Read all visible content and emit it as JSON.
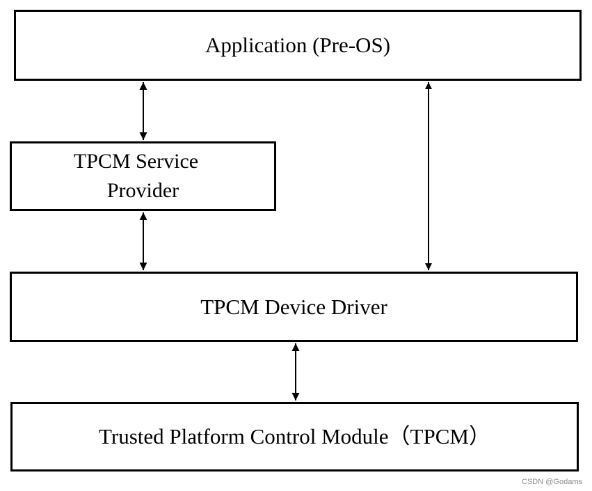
{
  "diagram": {
    "application": "Application (Pre-OS)",
    "service_provider": {
      "line1": "TPCM Service",
      "line2": "Provider"
    },
    "device_driver": "TPCM Device Driver",
    "tpcm": "Trusted Platform Control Module（TPCM）",
    "line_color": "#000000"
  },
  "watermark": "CSDN @Godams"
}
